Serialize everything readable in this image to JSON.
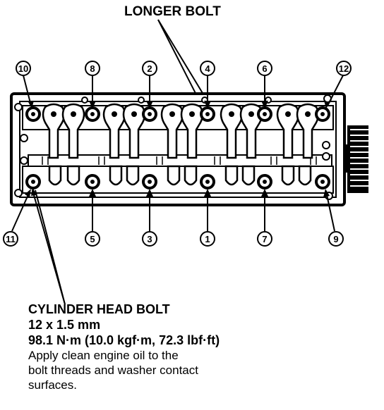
{
  "title": "LONGER BOLT",
  "callout": {
    "heading": "CYLINDER HEAD BOLT",
    "size": "12 x 1.5 mm",
    "torque": "98.1 N·m (10.0 kgf·m, 72.3 lbf·ft)",
    "note_lines": [
      "Apply clean engine oil to the",
      "bolt threads and washer contact",
      "surfaces."
    ]
  },
  "bolt_order_top": [
    "10",
    "8",
    "2",
    "4",
    "6",
    "12"
  ],
  "bolt_order_bottom": [
    "11",
    "5",
    "3",
    "1",
    "7",
    "9"
  ]
}
